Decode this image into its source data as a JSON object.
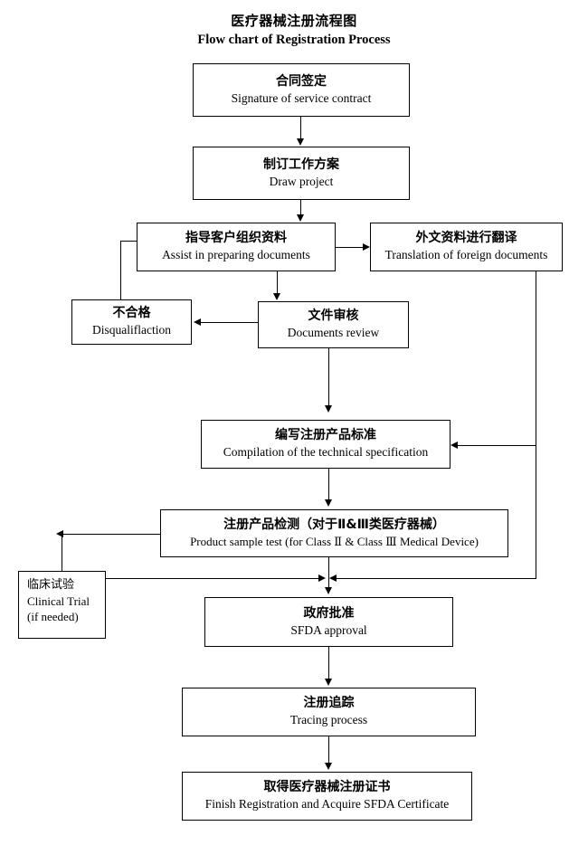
{
  "title": {
    "cn": "医疗器械注册流程图",
    "en": "Flow chart of Registration Process"
  },
  "nodes": [
    {
      "id": "contract",
      "cn": "合同签定",
      "en": "Signature of service contract"
    },
    {
      "id": "project",
      "cn": "制订工作方案",
      "en": "Draw project"
    },
    {
      "id": "assist",
      "cn": "指导客户组织资料",
      "en": "Assist in preparing documents"
    },
    {
      "id": "translation",
      "cn": "外文资料进行翻译",
      "en": "Translation of foreign documents"
    },
    {
      "id": "disqualify",
      "cn": "不合格",
      "en": "Disqualiflaction"
    },
    {
      "id": "review",
      "cn": "文件审核",
      "en": "Documents review"
    },
    {
      "id": "spec",
      "cn": "编写注册产品标准",
      "en": "Compilation of the technical specification"
    },
    {
      "id": "sampletest",
      "cn": "注册产品检测（对于Ⅱ&Ⅲ类医疗器械）",
      "en": "Product sample test (for Class  Ⅱ & Class  Ⅲ  Medical Device)"
    },
    {
      "id": "clinical",
      "cn": "临床试验",
      "en": "Clinical Trial",
      "en2": "(if needed)"
    },
    {
      "id": "sfda",
      "cn": "政府批准",
      "en": "SFDA approval"
    },
    {
      "id": "tracing",
      "cn": "注册追踪",
      "en": "Tracing process"
    },
    {
      "id": "finish",
      "cn": "取得医疗器械注册证书",
      "en": "Finish Registration and Acquire SFDA Certificate"
    }
  ],
  "colors": {
    "line": "#000000",
    "box_border": "#000000",
    "background": "#ffffff",
    "text": "#000000"
  }
}
